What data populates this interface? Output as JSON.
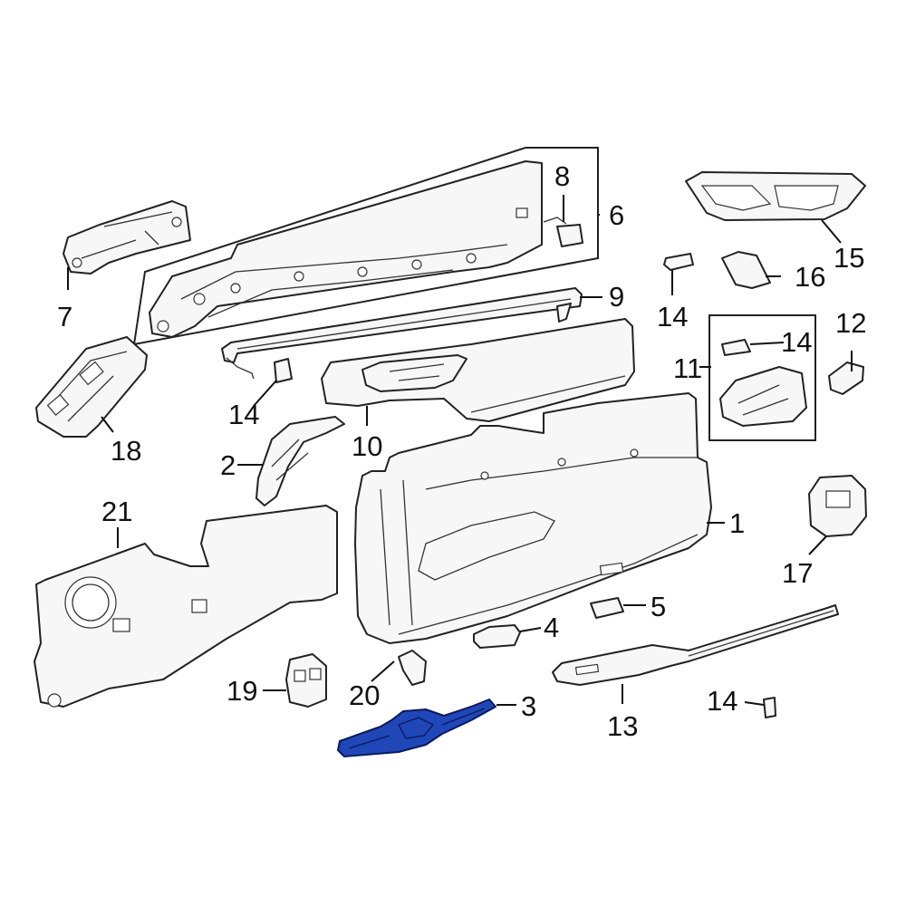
{
  "diagram": {
    "callouts": [
      {
        "id": "c1",
        "text": "1"
      },
      {
        "id": "c2",
        "text": "2"
      },
      {
        "id": "c3",
        "text": "3"
      },
      {
        "id": "c4",
        "text": "4"
      },
      {
        "id": "c5",
        "text": "5"
      },
      {
        "id": "c6",
        "text": "6"
      },
      {
        "id": "c7",
        "text": "7"
      },
      {
        "id": "c8",
        "text": "8"
      },
      {
        "id": "c9",
        "text": "9"
      },
      {
        "id": "c10",
        "text": "10"
      },
      {
        "id": "c11",
        "text": "11"
      },
      {
        "id": "c12",
        "text": "12"
      },
      {
        "id": "c13",
        "text": "13"
      },
      {
        "id": "c14a",
        "text": "14"
      },
      {
        "id": "c14b",
        "text": "14"
      },
      {
        "id": "c14c",
        "text": "14"
      },
      {
        "id": "c14d",
        "text": "14"
      },
      {
        "id": "c15",
        "text": "15"
      },
      {
        "id": "c16",
        "text": "16"
      },
      {
        "id": "c17",
        "text": "17"
      },
      {
        "id": "c18",
        "text": "18"
      },
      {
        "id": "c19",
        "text": "19"
      },
      {
        "id": "c20",
        "text": "20"
      },
      {
        "id": "c21",
        "text": "21"
      }
    ],
    "highlight_color": "#1f47b8",
    "highlighted_part": "3"
  }
}
